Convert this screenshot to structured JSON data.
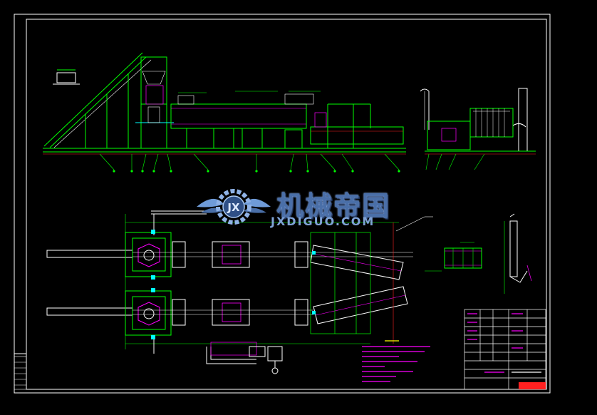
{
  "watermark": {
    "cn": "机械帝国",
    "en": "JXDIGUO.COM",
    "logo_letters": "JX"
  },
  "colors": {
    "background": "#000000",
    "frame": "#ffffff",
    "geometry": "#00ff00",
    "detail": "#ff00ff",
    "dimension": "#ff2020",
    "accent": "#00ffff",
    "note": "#ffff00",
    "watermark": "#4a6fa8"
  },
  "icons": {
    "logo": "gear-wing-logo-icon"
  }
}
